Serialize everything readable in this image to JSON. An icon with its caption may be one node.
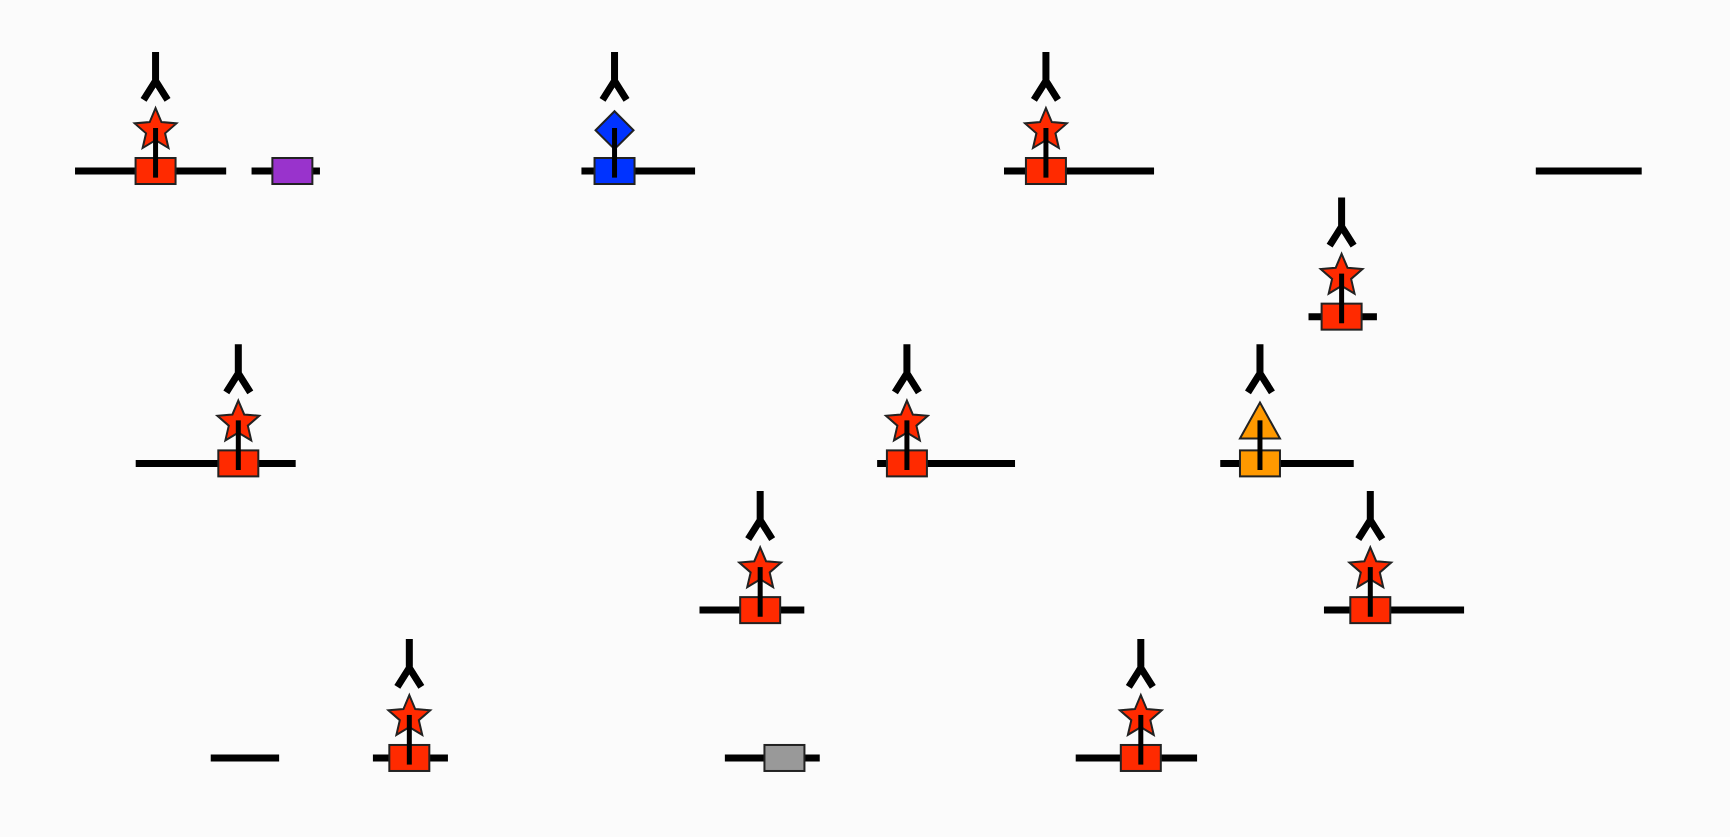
{
  "diagram": {
    "nodes": [
      {
        "text": [],
        "shape": "antibody"
      },
      {
        "text": [],
        "shape": "star"
      },
      {
        "text": [],
        "shape": "box"
      },
      {
        "text": [],
        "shape": "box"
      },
      {
        "text": [],
        "shape": "antibody"
      },
      {
        "text": [],
        "shape": "diamond"
      },
      {
        "text": [],
        "shape": "box"
      },
      {
        "text": [],
        "shape": "antibody"
      },
      {
        "text": [],
        "shape": "star"
      },
      {
        "text": [],
        "shape": "box"
      },
      {
        "text": [],
        "shape": "antibody"
      },
      {
        "text": [],
        "shape": "star"
      },
      {
        "text": [],
        "shape": "box"
      },
      {
        "text": [],
        "shape": "antibody"
      },
      {
        "text": [],
        "shape": "star"
      },
      {
        "text": [],
        "shape": "box"
      },
      {
        "text": [],
        "shape": "antibody"
      },
      {
        "text": [],
        "shape": "star"
      },
      {
        "text": [],
        "shape": "box"
      },
      {
        "text": [],
        "shape": "antibody"
      },
      {
        "text": [],
        "shape": "triangle"
      },
      {
        "text": [],
        "shape": "box"
      },
      {
        "text": [],
        "shape": "antibody"
      },
      {
        "text": [],
        "shape": "star"
      },
      {
        "text": [],
        "shape": "box"
      },
      {
        "text": [],
        "shape": "antibody"
      },
      {
        "text": [],
        "shape": "star"
      },
      {
        "text": [],
        "shape": "box"
      },
      {
        "text": [],
        "shape": "antibody"
      },
      {
        "text": [],
        "shape": "star"
      },
      {
        "text": [],
        "shape": "box"
      },
      {
        "text": [],
        "shape": "box"
      },
      {
        "text": [],
        "shape": "antibody"
      },
      {
        "text": [],
        "shape": "star"
      },
      {
        "text": [],
        "shape": "box"
      }
    ],
    "edges": [
      {
        "from": 2,
        "to": 1,
        "arrow": "none"
      },
      {
        "from": 6,
        "to": 5,
        "arrow": "none"
      },
      {
        "from": 9,
        "to": 8,
        "arrow": "none"
      },
      {
        "from": 12,
        "to": 11,
        "arrow": "none"
      },
      {
        "from": 15,
        "to": 14,
        "arrow": "none"
      },
      {
        "from": 18,
        "to": 17,
        "arrow": "none"
      },
      {
        "from": 21,
        "to": 20,
        "arrow": "none"
      },
      {
        "from": 24,
        "to": 23,
        "arrow": "none"
      },
      {
        "from": 27,
        "to": 26,
        "arrow": "none"
      },
      {
        "from": 30,
        "to": 29,
        "arrow": "none"
      },
      {
        "from": 34,
        "to": 33,
        "arrow": "none"
      }
    ]
  }
}
